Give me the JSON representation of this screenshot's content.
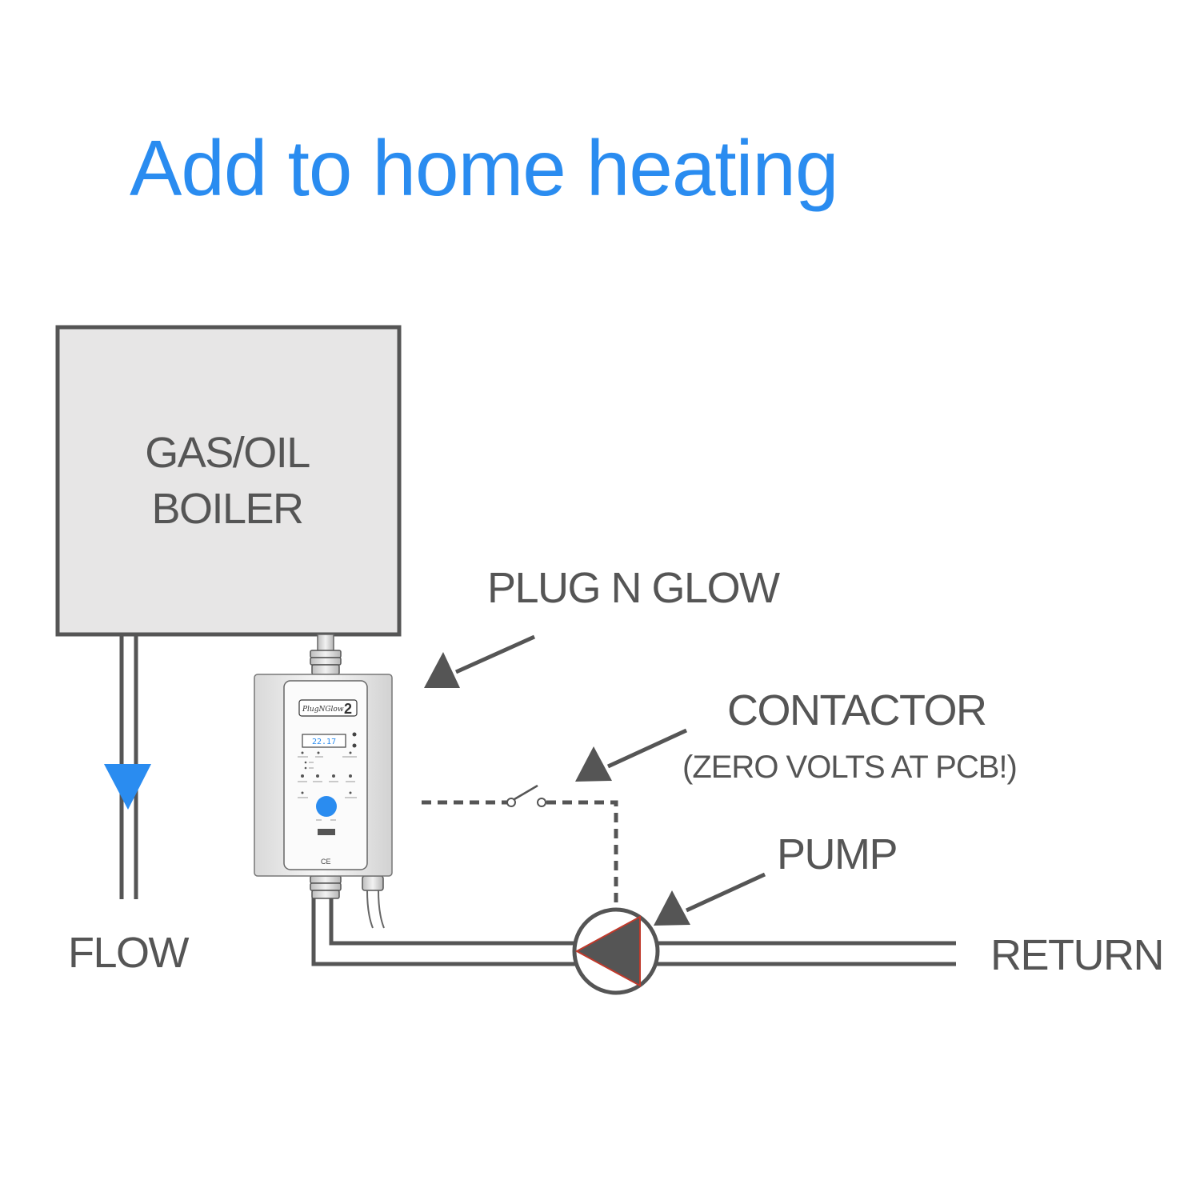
{
  "title": "Add to home heating",
  "boiler": {
    "line1": "GAS/OIL",
    "line2": "BOILER"
  },
  "labels": {
    "plug_n_glow": "PLUG N GLOW",
    "contactor": "CONTACTOR",
    "contactor_note": "(ZERO VOLTS AT PCB!)",
    "pump": "PUMP",
    "flow": "FLOW",
    "return": "RETURN"
  },
  "device": {
    "brand": "PlugNGlow",
    "model_number": "2",
    "display_reading": "22.17",
    "ce_mark": "CE"
  },
  "colors": {
    "title": "#2a8cf0",
    "text": "#555555",
    "boiler_fill": "#e7e6e6",
    "arrow": "#555555",
    "flow_arrow": "#2a8cf0",
    "dial": "#2a8cf0",
    "pump_outline": "#c0392b"
  }
}
